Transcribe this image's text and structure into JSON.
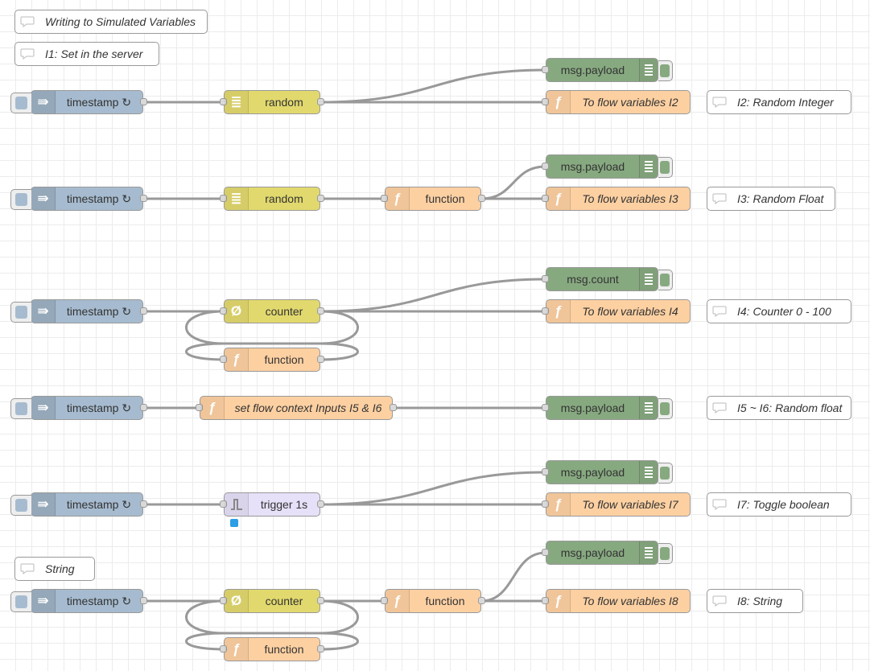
{
  "comments": {
    "title": "Writing to Simulated Variables",
    "i1": "I1: Set in the server",
    "i2": "I2: Random Integer",
    "i3": "I3: Random Float",
    "i4": "I4: Counter 0 - 100",
    "i5i6": "I5 ~ I6: Random float",
    "i7": "I7: Toggle boolean",
    "string_note": "String",
    "i8": "I8: String"
  },
  "inject_label": "timestamp ↻",
  "random_label": "random",
  "counter_label": "counter",
  "function_label": "function",
  "trigger_label": "trigger 1s",
  "set_flow_label": "set flow context Inputs I5 & I6",
  "debug": {
    "payload": "msg.payload",
    "count": "msg.count"
  },
  "flow_vars": {
    "i2": "To flow variables I2",
    "i3": "To flow variables I3",
    "i4": "To flow variables I4",
    "i7": "To flow variables I7",
    "i8": "To flow variables I8"
  },
  "icons": {
    "inject": "arrow-right-icon",
    "random": "list-icon",
    "counter": "zero-icon",
    "function": "function-icon",
    "trigger": "pulse-icon",
    "debug": "list-icon",
    "comment": "speech-bubble-icon"
  },
  "colors": {
    "inject": "#a6bbcf",
    "random": "#e2d96e",
    "function": "#fdd0a2",
    "debug": "#87a980",
    "trigger": "#e6e0f8",
    "status": "#2c9ee3"
  }
}
